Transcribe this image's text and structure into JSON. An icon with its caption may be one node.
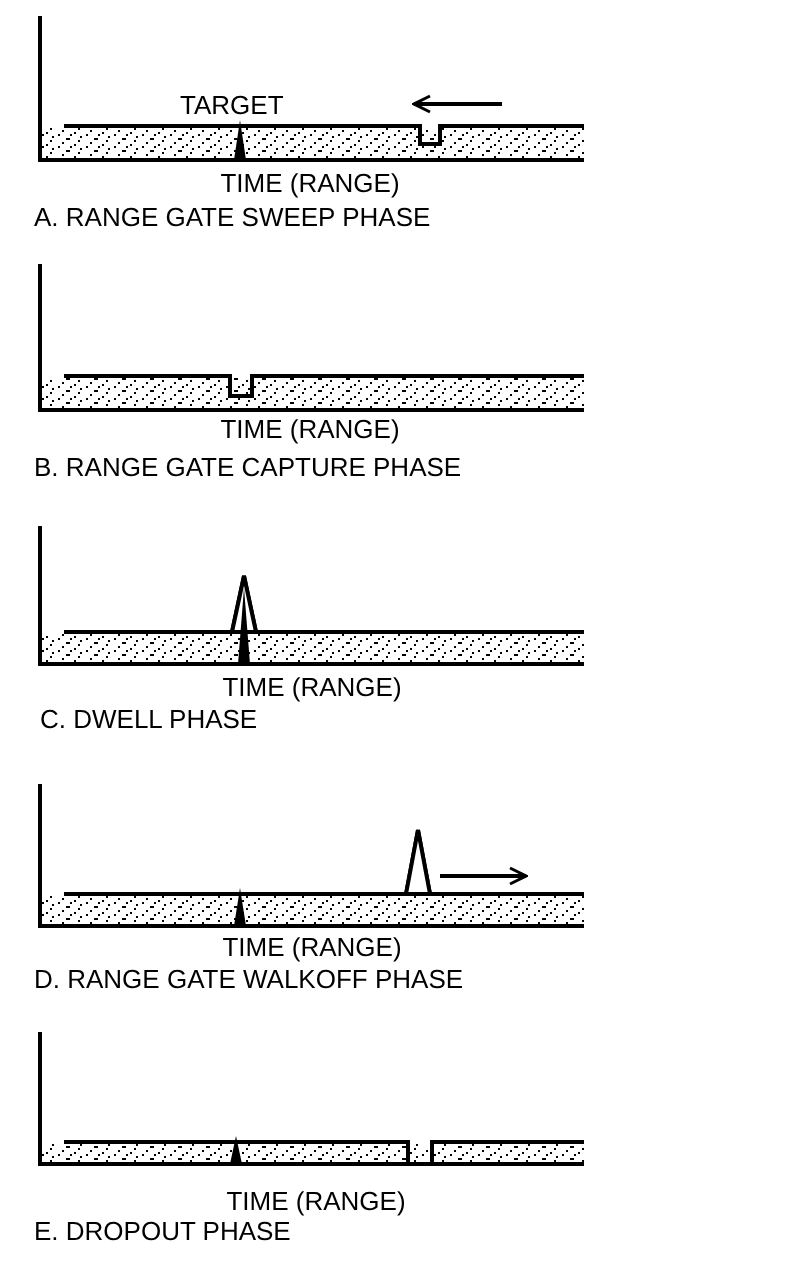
{
  "diagram": {
    "labels": [
      "TARGET",
      "TIME (RANGE)",
      "A. RANGE GATE SWEEP PHASE",
      "TIME (RANGE)",
      "B. RANGE GATE CAPTURE PHASE",
      "TIME (RANGE)",
      "C. DWELL PHASE",
      "TIME (RANGE)",
      "D. RANGE GATE WALKOFF PHASE",
      "TIME (RANGE)",
      "E. DROPOUT PHASE"
    ]
  }
}
